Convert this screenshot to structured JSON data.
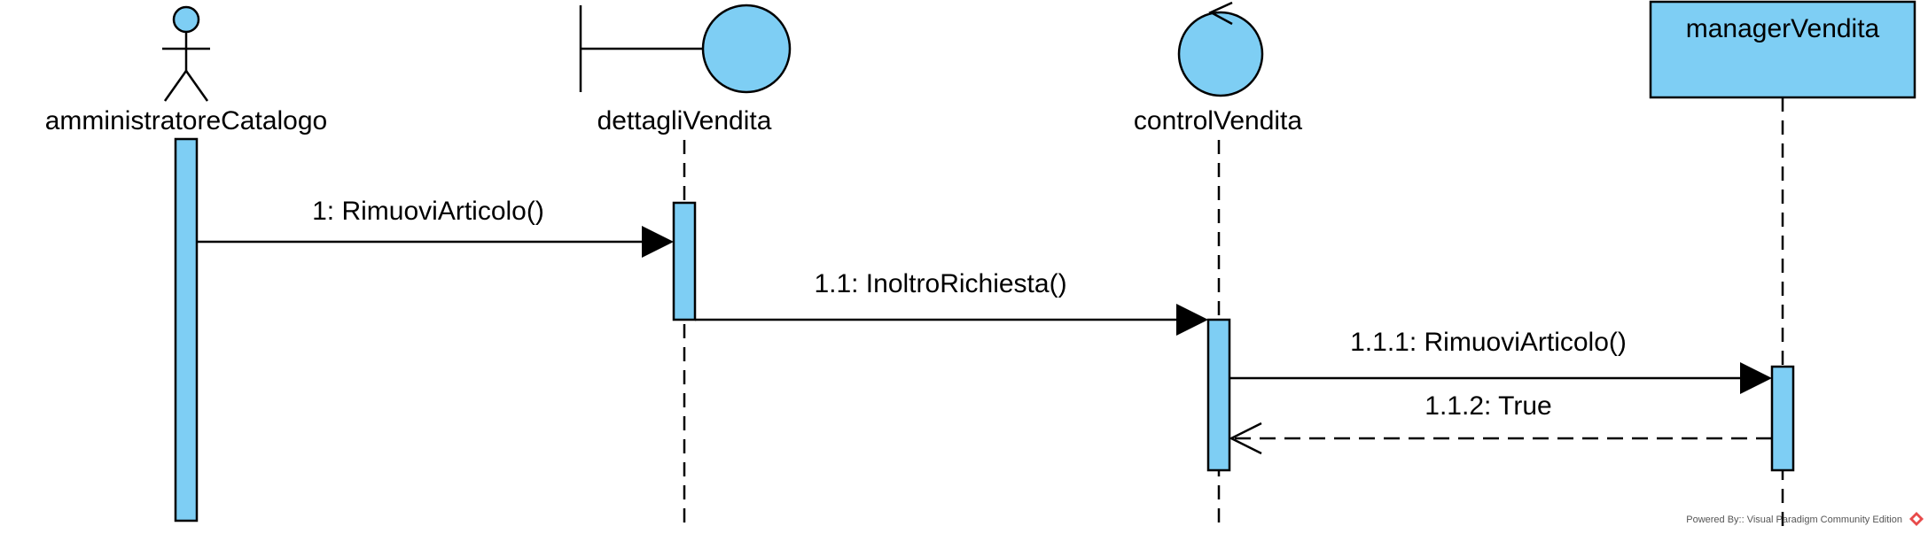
{
  "diagram": {
    "participants": [
      {
        "id": "actor",
        "name": "amministratoreCatalogo",
        "kind": "actor"
      },
      {
        "id": "boundary",
        "name": "dettagliVendita",
        "kind": "boundary"
      },
      {
        "id": "control",
        "name": "controlVendita",
        "kind": "control"
      },
      {
        "id": "entity",
        "name": "managerVendita",
        "kind": "object"
      }
    ],
    "messages": [
      {
        "id": "m1",
        "label": "1: RimuoviArticolo()",
        "from": "amministratoreCatalogo",
        "to": "dettagliVendita",
        "type": "synchronous"
      },
      {
        "id": "m2",
        "label": "1.1: InoltroRichiesta()",
        "from": "dettagliVendita",
        "to": "controlVendita",
        "type": "synchronous"
      },
      {
        "id": "m3",
        "label": "1.1.1: RimuoviArticolo()",
        "from": "controlVendita",
        "to": "managerVendita",
        "type": "synchronous"
      },
      {
        "id": "m4",
        "label": "1.1.2: True",
        "from": "managerVendita",
        "to": "controlVendita",
        "type": "return"
      }
    ],
    "fill_color": "#7ecef4",
    "watermark": "Powered By:: Visual Paradigm Community Edition"
  }
}
